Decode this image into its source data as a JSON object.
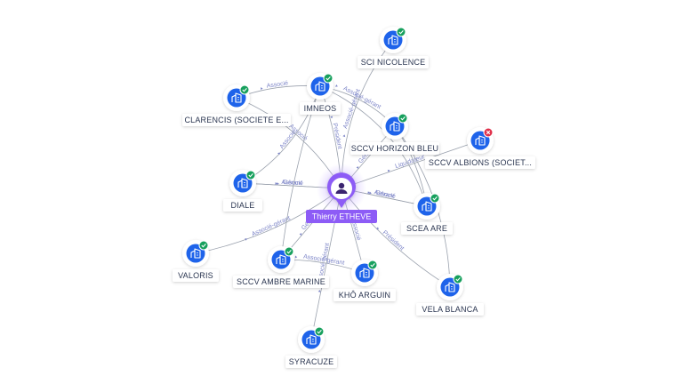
{
  "center": {
    "name": "Thierry ETHEVE",
    "icon": "person-icon",
    "color": "#8d5cf6"
  },
  "colors": {
    "node_blue": "#1e63ea",
    "badge_ok": "#17a05d",
    "badge_ko": "#e0314b",
    "edge": "#9aa1ad",
    "edge_label": "#7e86c8"
  },
  "companies": [
    {
      "id": "sci-nicolence",
      "name": "SCI NICOLENCE",
      "status": "active"
    },
    {
      "id": "imneos",
      "name": "IMNEOS",
      "status": "active"
    },
    {
      "id": "clarencis",
      "name": "CLARENCIS (SOCIETE E...",
      "status": "active"
    },
    {
      "id": "sccv-horizon-bleu",
      "name": "SCCV HORIZON BLEU",
      "status": "active"
    },
    {
      "id": "sccv-albions",
      "name": "SCCV ALBIONS (SOCIET...",
      "status": "closed"
    },
    {
      "id": "diale",
      "name": "DIALE",
      "status": "active"
    },
    {
      "id": "scea-are",
      "name": "SCEA ARE",
      "status": "active"
    },
    {
      "id": "valoris",
      "name": "VALORIS",
      "status": "active"
    },
    {
      "id": "sccv-ambre-marine",
      "name": "SCCV AMBRE MARINE",
      "status": "active"
    },
    {
      "id": "kho-arguin",
      "name": "KHÔ ARGUIN",
      "status": "active"
    },
    {
      "id": "vela-blanca",
      "name": "VELA BLANCA",
      "status": "active"
    },
    {
      "id": "syracuze",
      "name": "SYRACUZE",
      "status": "active"
    }
  ],
  "edges": [
    {
      "from": "center",
      "to": "imneos",
      "label": "Président"
    },
    {
      "from": "center",
      "to": "sci-nicolence",
      "label": "Associé-gérant"
    },
    {
      "from": "center",
      "to": "clarencis",
      "label": "Associé"
    },
    {
      "from": "center",
      "to": "sccv-horizon-bleu",
      "label": "Gérant"
    },
    {
      "from": "center",
      "to": "sccv-albions",
      "label": "Liquidateur"
    },
    {
      "from": "center",
      "to": "diale",
      "label": "Gérant"
    },
    {
      "from": "center",
      "to": "scea-are",
      "label": "Gérant"
    },
    {
      "from": "center",
      "to": "valoris",
      "label": "Associé-gérant"
    },
    {
      "from": "center",
      "to": "sccv-ambre-marine",
      "label": "Gérant"
    },
    {
      "from": "center",
      "to": "kho-arguin",
      "label": "Associé"
    },
    {
      "from": "center",
      "to": "vela-blanca",
      "label": "Président"
    },
    {
      "from": "center",
      "to": "syracuze",
      "label": "Associé-gérant"
    },
    {
      "from": "imneos",
      "to": "clarencis",
      "label": "Associé"
    },
    {
      "from": "imneos",
      "to": "diale",
      "label": "Associé"
    },
    {
      "from": "imneos",
      "to": "sccv-horizon-bleu",
      "label": "Associé-gérant"
    },
    {
      "from": "imneos",
      "to": "scea-are",
      "label": ""
    },
    {
      "from": "imneos",
      "to": "sccv-ambre-marine",
      "label": ""
    },
    {
      "from": "diale",
      "to": "center",
      "label": "Associé"
    },
    {
      "from": "scea-are",
      "to": "center",
      "label": "Associé"
    },
    {
      "from": "kho-arguin",
      "to": "sccv-ambre-marine",
      "label": "Associé-gérant"
    },
    {
      "from": "sccv-horizon-bleu",
      "to": "vela-blanca",
      "label": ""
    },
    {
      "from": "sccv-horizon-bleu",
      "to": "scea-are",
      "label": ""
    }
  ]
}
